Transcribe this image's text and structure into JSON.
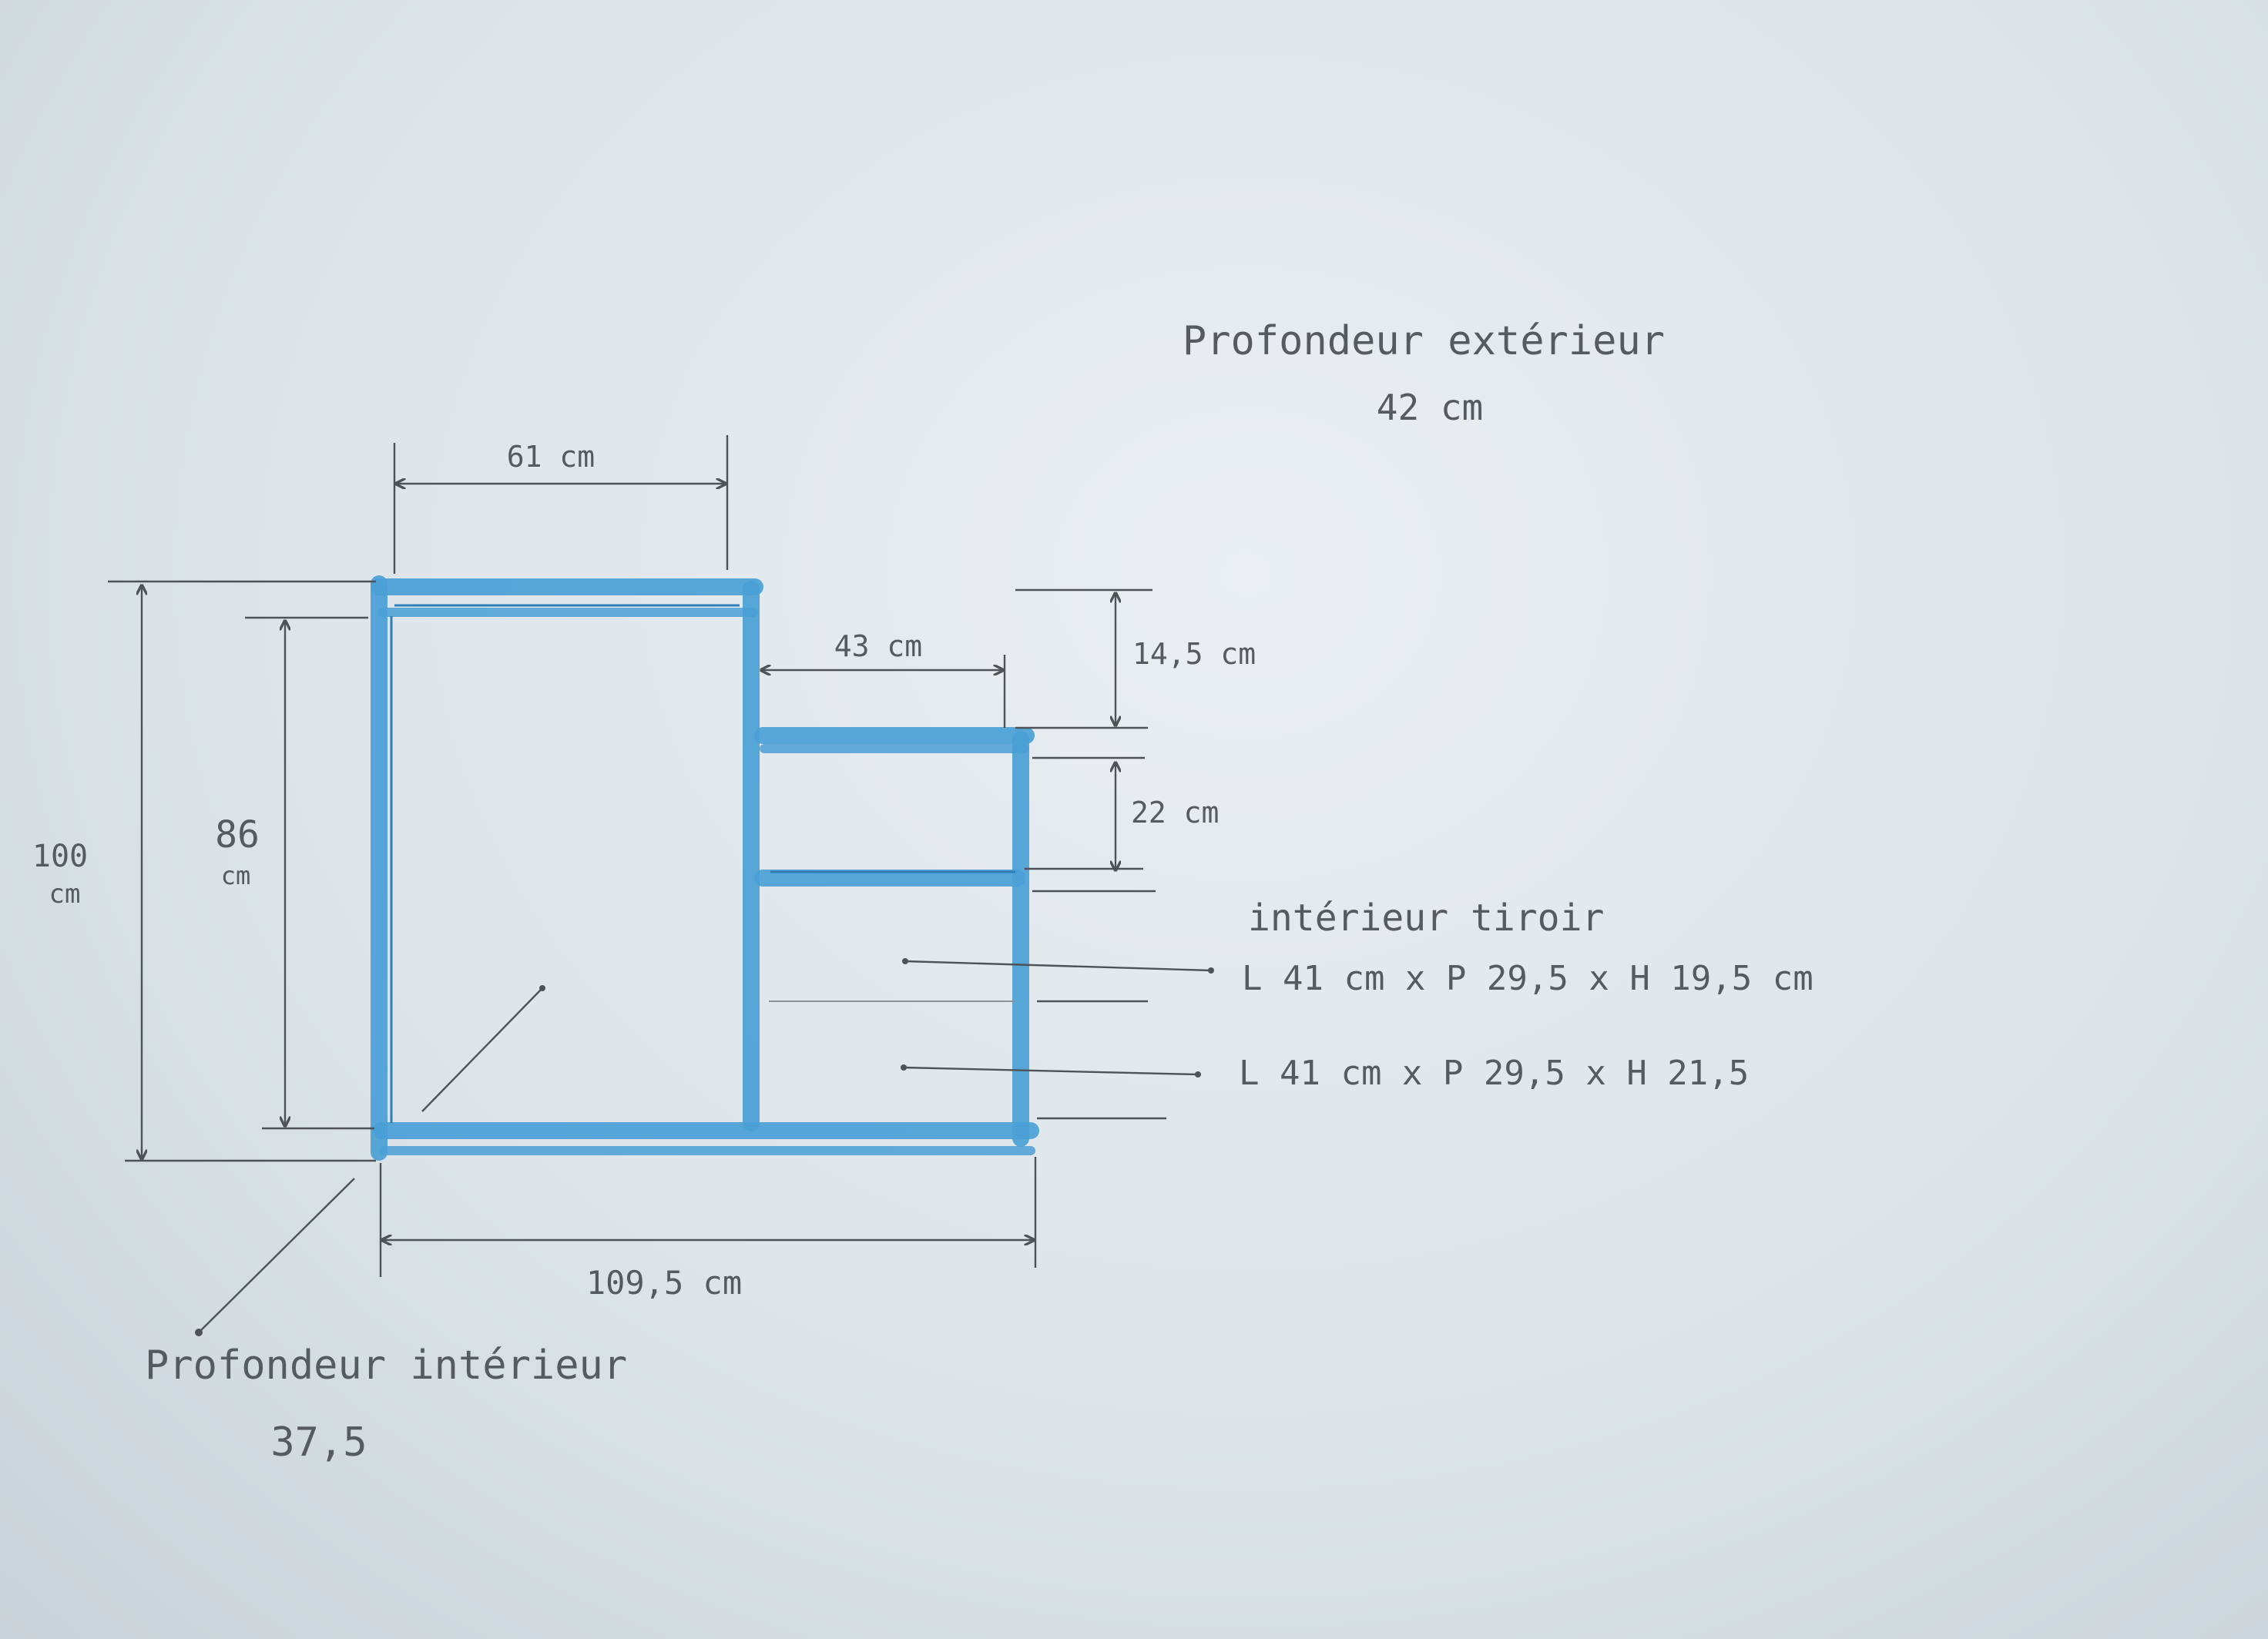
{
  "labels": {
    "ext_depth_title": "Profondeur extérieur",
    "ext_depth_value": "42 cm",
    "top_width": "61 cm",
    "step_width": "43 cm",
    "top_gap": "14,5 cm",
    "drawer_height": "22 cm",
    "total_height_value": "100",
    "total_height_unit": "cm",
    "inner_height_value": "86",
    "inner_height_unit": "cm",
    "total_width": "109,5 cm",
    "drawer_interior_title": "intérieur tiroir",
    "drawer1_dims": "L 41 cm x P 29,5 x H 19,5 cm",
    "drawer2_dims": "L 41 cm x P 29,5 x H 21,5",
    "int_depth_title": "Profondeur intérieur",
    "int_depth_value": "37,5"
  },
  "colors": {
    "frame": "#4a9fd6",
    "ink": "#4e5358",
    "paper": "#e3eaef"
  }
}
